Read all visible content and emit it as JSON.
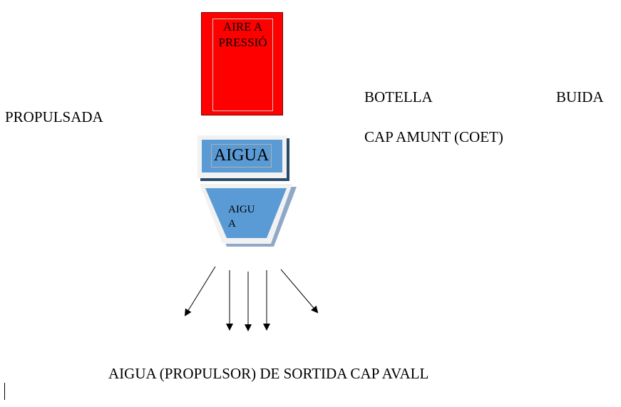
{
  "labels": {
    "air": "AIRE A PRESSIÓ",
    "water_box": "AIGUA",
    "water_funnel_1": "AIGU",
    "water_funnel_2": "A",
    "propulsada": "PROPULSADA",
    "botella": "BOTELLA",
    "buida": "BUIDA",
    "cap_amunt": "CAP AMUNT (COET)",
    "bottom": "AIGUA (PROPULSOR) DE SORTIDA CAP AVALL"
  },
  "colors": {
    "air": "#ff0000",
    "water": "#5b9bd5"
  }
}
